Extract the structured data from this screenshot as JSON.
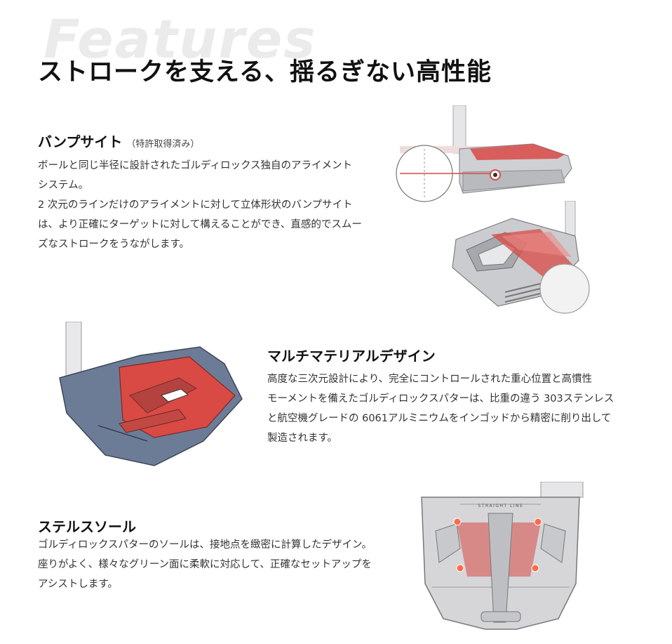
{
  "header": {
    "watermark": "Features",
    "headline": "ストロークを支える、揺るぎない高性能"
  },
  "sections": [
    {
      "title": "バンプサイト",
      "note": "（特許取得済み）",
      "lines": [
        "ボールと同じ半径に設計されたゴルディロックス独自のアライメント",
        "システム。",
        "2 次元のラインだけのアライメントに対して立体形状のバンプサイト",
        "は、より正確にターゲットに対して構えることができ、直感的でスムー",
        "ズなストロークをうながします。"
      ]
    },
    {
      "title": "マルチマテリアルデザイン",
      "lines": [
        "高度な三次元設計により、完全にコントロールされた重心位置と高慣性",
        "モーメントを備えたゴルディロックスパターは、比重の違う 303ステンレス",
        "と航空機グレードの 6061アルミニウムをインゴッドから精密に削り出して",
        "製造されます。"
      ]
    },
    {
      "title": "ステルスソール",
      "lines": [
        "ゴルディロックスパターのソールは、接地点を緻密に計算したデザイン。",
        "座りがよく、様々なグリーン面に柔軟に対応して、正確なセットアップを",
        "アシストします。"
      ]
    }
  ],
  "figures": {
    "sole_label": "STRAIGHT LINE"
  },
  "colors": {
    "accent_red": "#d94a45",
    "steel_blue": "#6c7c97",
    "silver": "#c9c9cc"
  }
}
